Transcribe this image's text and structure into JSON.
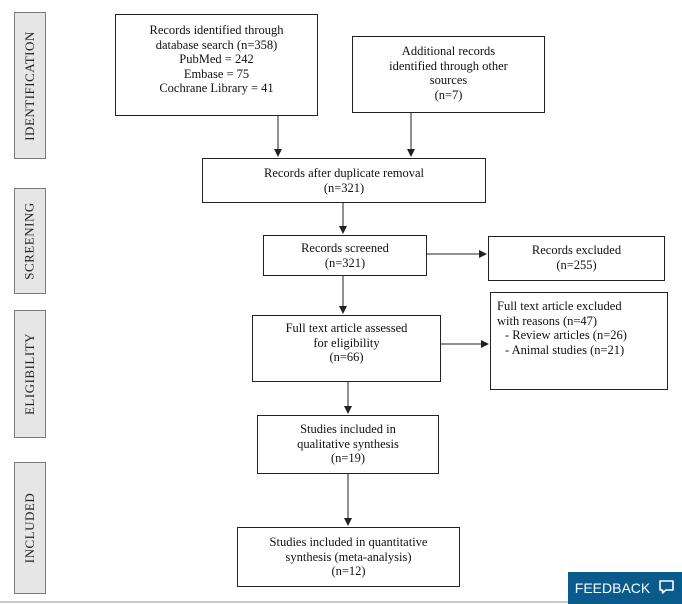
{
  "phases": {
    "identification": "IDENTIFICATION",
    "screening": "SCREENING",
    "eligibility": "ELIGIBILITY",
    "included": "INCLUDED"
  },
  "boxes": {
    "records_identified": [
      "Records identified through",
      "database search (n=358)",
      "PubMed = 242",
      "Embase = 75",
      "Cochrane Library = 41"
    ],
    "additional_records": [
      "Additional records",
      "identified through other",
      "sources",
      "(n=7)"
    ],
    "after_duplicates": [
      "Records after duplicate removal",
      "(n=321)"
    ],
    "records_screened": [
      "Records screened",
      "(n=321)"
    ],
    "records_excluded": [
      "Records excluded",
      "(n=255)"
    ],
    "full_text_assessed": [
      "Full text article assessed",
      "for eligibility",
      "(n=66)"
    ],
    "full_text_excluded": [
      "Full text article excluded",
      "with reasons (n=47)",
      "- Review articles (n=26)",
      "- Animal studies (n=21)"
    ],
    "qualitative": [
      "Studies included in",
      "qualitative synthesis",
      "(n=19)"
    ],
    "quantitative": [
      "Studies included in quantitative",
      "synthesis (meta-analysis)",
      "(n=12)"
    ]
  },
  "feedback_label": "FEEDBACK",
  "feedback_icon": "speech-bubble-icon"
}
